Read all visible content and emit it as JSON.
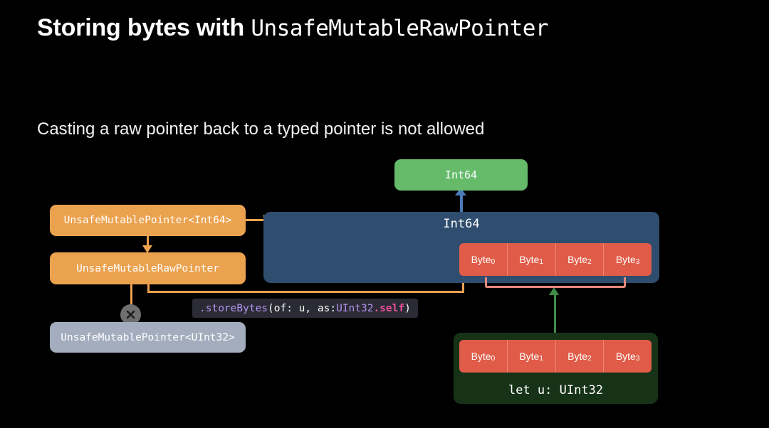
{
  "slide": {
    "background": "#000000",
    "title_prefix": "Storing bytes with ",
    "title_mono": "UnsafeMutableRawPointer",
    "subtitle": "Casting a raw pointer back to a typed pointer is not allowed"
  },
  "nodes": {
    "typed_pointer_int64": {
      "label": "UnsafeMutablePointer<Int64>",
      "color": "#eba24f"
    },
    "raw_pointer": {
      "label": "UnsafeMutableRawPointer",
      "color": "#eba24f"
    },
    "typed_pointer_uint32": {
      "label": "UnsafeMutablePointer<UInt32>",
      "color": "#a3adbd"
    },
    "result_type": {
      "label": "Int64",
      "color": "#65bb6a"
    },
    "memory_region": {
      "label": "Int64",
      "color": "#2f4d6e"
    },
    "source_value": {
      "label": "let u: UInt32",
      "color": "#163217"
    }
  },
  "bytes": {
    "destination": [
      {
        "name": "Byte",
        "index": "0"
      },
      {
        "name": "Byte",
        "index": "1"
      },
      {
        "name": "Byte",
        "index": "2"
      },
      {
        "name": "Byte",
        "index": "3"
      }
    ],
    "source": [
      {
        "name": "Byte",
        "index": "0"
      },
      {
        "name": "Byte",
        "index": "1"
      },
      {
        "name": "Byte",
        "index": "2"
      },
      {
        "name": "Byte",
        "index": "3"
      }
    ],
    "cell_color": "#e05c48"
  },
  "code_callout": {
    "method": ".storeBytes",
    "open_args": "(of: u, as: ",
    "type": "UInt32",
    "self_keyword": ".self",
    "close_args": ")"
  },
  "markers": {
    "disallowed": "✕"
  },
  "connector_colors": {
    "pointer_arrow": "#eba24f",
    "type_arrow": "#4a7ab8",
    "store_arrow": "#3f8c45",
    "byte_bracket": "#e58a7d"
  }
}
